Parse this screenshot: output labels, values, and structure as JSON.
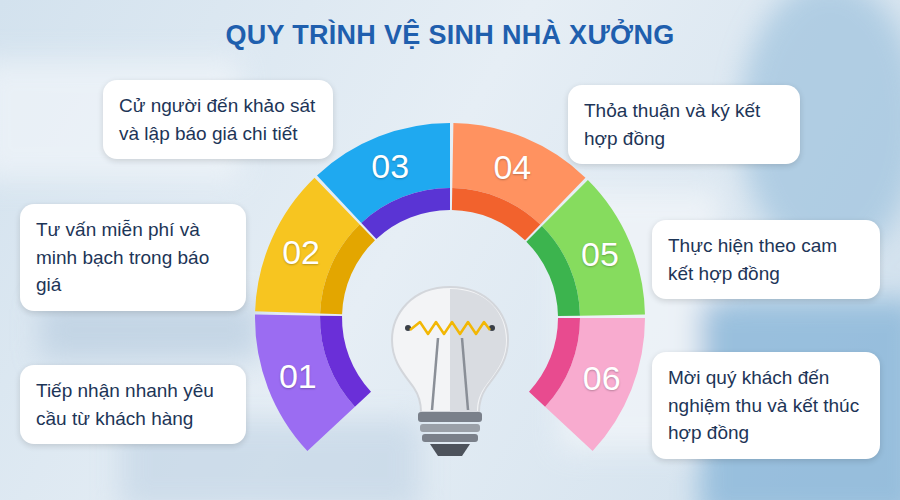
{
  "diagram": {
    "title": "QUY TRÌNH VỆ SINH NHÀ XƯỞNG",
    "nodes": [
      {
        "text": [
          "01"
        ]
      },
      {
        "text": [
          "Tiếp nhận nhanh yêu cầu từ khách hàng"
        ]
      },
      {
        "text": [
          "02"
        ]
      },
      {
        "text": [
          "Tư vấn miễn phí và minh bạch trong báo giá"
        ]
      },
      {
        "text": [
          "03"
        ]
      },
      {
        "text": [
          "Cử người đến khảo sát và lập báo giá chi tiết"
        ]
      },
      {
        "text": [
          "04"
        ]
      },
      {
        "text": [
          "Thỏa thuận và ký kết hợp đồng"
        ]
      },
      {
        "text": [
          "05"
        ]
      },
      {
        "text": [
          "Thực hiện theo cam kết hợp đồng"
        ]
      },
      {
        "text": [
          "06"
        ]
      },
      {
        "text": [
          "Mời quý khách đến nghiệm thu và kết thúc hợp đồng"
        ]
      }
    ]
  }
}
